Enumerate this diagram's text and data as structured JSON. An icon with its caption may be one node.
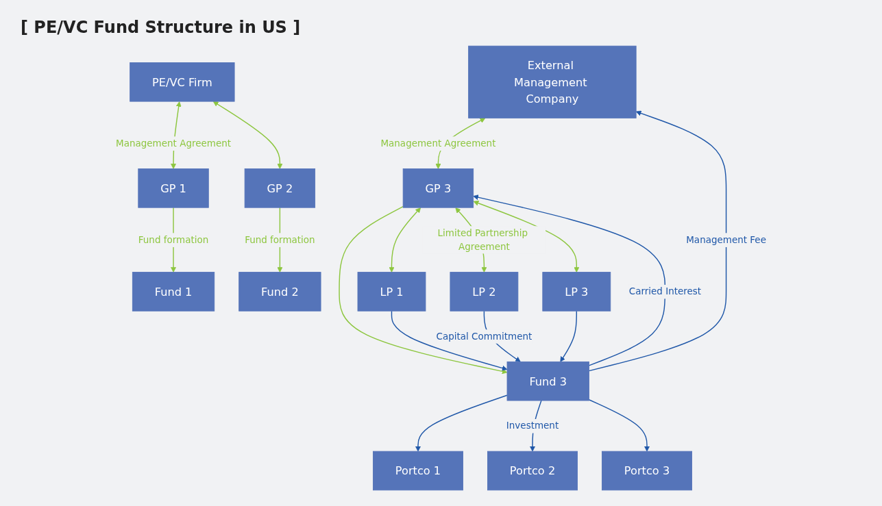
{
  "diagram": {
    "title": "[ PE/VC Fund Structure in US ]",
    "nodes": [
      {
        "text": [
          "PE/VC Firm"
        ]
      },
      {
        "text": [
          "External Management Company"
        ]
      },
      {
        "text": [
          "GP 1"
        ]
      },
      {
        "text": [
          "GP 2"
        ]
      },
      {
        "text": [
          "GP 3"
        ]
      },
      {
        "text": [
          "Fund 1"
        ]
      },
      {
        "text": [
          "Fund 2"
        ]
      },
      {
        "text": [
          "Fund 3"
        ]
      },
      {
        "text": [
          "Portco 1"
        ]
      },
      {
        "text": [
          "Portco 2"
        ]
      },
      {
        "text": [
          "Portco 3"
        ]
      },
      {
        "text": [
          "LP 1"
        ]
      },
      {
        "text": [
          "LP 2"
        ]
      },
      {
        "text": [
          "LP 3"
        ]
      }
    ],
    "edges": [
      {
        "from": 0,
        "to": 2,
        "arrow": "both",
        "label": "Management Agreement",
        "color": "#8dc63f"
      },
      {
        "from": 0,
        "to": 3,
        "arrow": "both",
        "color": "#8dc63f"
      },
      {
        "from": 1,
        "to": 4,
        "arrow": "both",
        "label": "Management Agreement",
        "color": "#8dc63f"
      },
      {
        "from": 2,
        "to": 5,
        "arrow": "to",
        "label": "Fund formation",
        "color": "#8dc63f"
      },
      {
        "from": 3,
        "to": 6,
        "arrow": "to",
        "label": "Fund formation",
        "color": "#8dc63f"
      },
      {
        "from": 4,
        "to": 7,
        "arrow": "to",
        "color": "#8dc63f"
      },
      {
        "from": 7,
        "to": 4,
        "arrow": "to",
        "label": "Carried Interest",
        "color": "#1f57a8"
      },
      {
        "from": 7,
        "to": 1,
        "arrow": "to",
        "label": "Management Fee",
        "color": "#1f57a8"
      },
      {
        "from": 4,
        "to": 11,
        "arrow": "both",
        "color": "#8dc63f"
      },
      {
        "from": 4,
        "to": 12,
        "arrow": "both",
        "label": "Limited Partnership Agreement",
        "color": "#8dc63f"
      },
      {
        "from": 4,
        "to": 13,
        "arrow": "both",
        "color": "#8dc63f"
      },
      {
        "from": 11,
        "to": 7,
        "arrow": "to",
        "color": "#1f57a8"
      },
      {
        "from": 12,
        "to": 7,
        "arrow": "to",
        "label": "Capital Commitment",
        "color": "#1f57a8"
      },
      {
        "from": 13,
        "to": 7,
        "arrow": "to",
        "color": "#1f57a8"
      },
      {
        "from": 7,
        "to": 8,
        "arrow": "to",
        "color": "#1f57a8"
      },
      {
        "from": 7,
        "to": 9,
        "arrow": "to",
        "label": "Investment",
        "color": "#1f57a8"
      },
      {
        "from": 7,
        "to": 10,
        "arrow": "to",
        "color": "#1f57a8"
      }
    ]
  }
}
